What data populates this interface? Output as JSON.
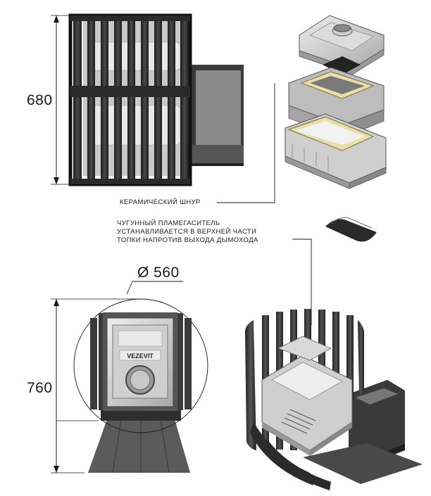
{
  "dimensions": {
    "height_top": "680",
    "height_bottom": "760",
    "diameter": "Ø 560"
  },
  "annotations": {
    "ceramic_cord": "КЕРАМИЧЕСКИЙ ШНУР",
    "flame_arrester": [
      "ЧУГУННЫЙ ПЛАМЕГАСИТЕЛЬ",
      "УСТАНАВЛИВАЕТСЯ В ВЕРХНЕЙ ЧАСТИ",
      "ТОПКИ НАПРОТИВ ВЫХОДА ДЫМОХОДА"
    ]
  },
  "brand": "VEZEVIT",
  "colors": {
    "steel_dark": "#2b2b2b",
    "cast_iron_light": "#d6d6d6",
    "ceramic_cord": "#e9dfa8",
    "line": "#1a1a1a"
  }
}
